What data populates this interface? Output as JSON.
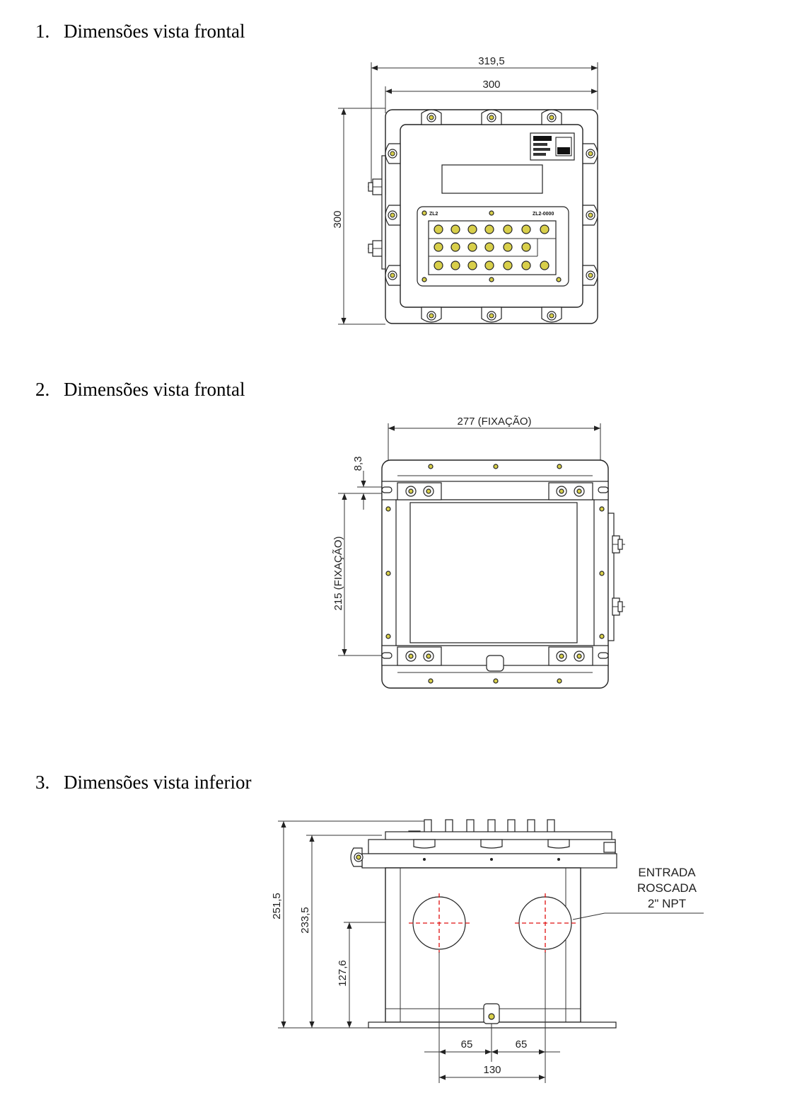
{
  "sections": [
    {
      "number": "1.",
      "title": "Dimensões vista frontal"
    },
    {
      "number": "2.",
      "title": "Dimensões vista frontal"
    },
    {
      "number": "3.",
      "title": "Dimensões vista inferior"
    }
  ],
  "drawing1": {
    "overall_width": "319,5",
    "inner_width": "300",
    "height": "300",
    "label_left": "ZL2",
    "label_right": "ZL2-0000"
  },
  "drawing2": {
    "mount_width": "277  (FIXAÇÃO)",
    "mount_height": "215  (FIXAÇÃO)",
    "offset": "8,3"
  },
  "drawing3": {
    "total_height": "251,5",
    "body_height": "233,5",
    "inlet_height": "127,6",
    "spacing_left": "65",
    "spacing_right": "65",
    "spacing_total": "130",
    "inlet_note": [
      "ENTRADA",
      "ROSCADA",
      "2\" NPT"
    ]
  }
}
